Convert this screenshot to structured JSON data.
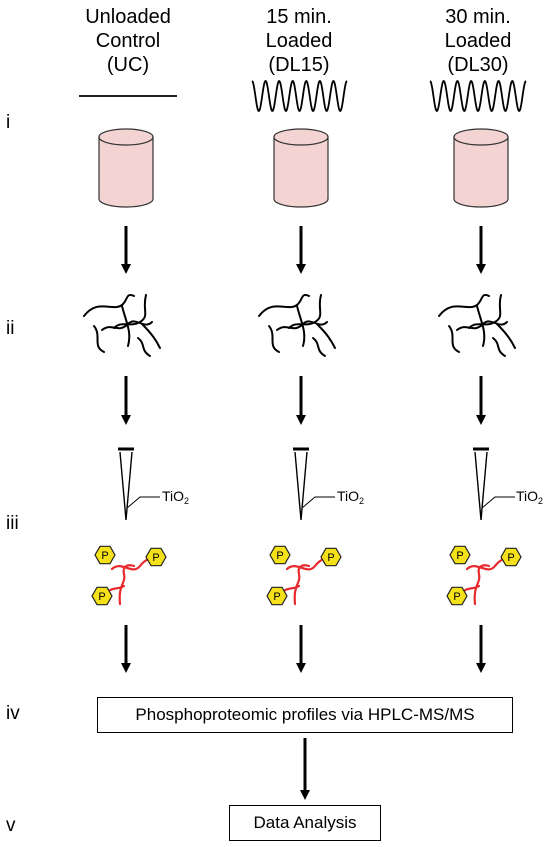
{
  "columns": [
    {
      "title_lines": [
        "Unloaded",
        "Control",
        "(UC)"
      ],
      "reagent": "TiO",
      "reagent_sub": "2"
    },
    {
      "title_lines": [
        "15 min.",
        "Loaded",
        "(DL15)"
      ],
      "reagent": "TiO",
      "reagent_sub": "2"
    },
    {
      "title_lines": [
        "30 min.",
        "Loaded",
        "(DL30)"
      ],
      "reagent": "TiO",
      "reagent_sub": "2"
    }
  ],
  "steps": [
    "i",
    "ii",
    "iii",
    "iv",
    "v"
  ],
  "phospho_label": "P",
  "boxes": {
    "profiles": "Phosphoproteomic profiles via HPLC-MS/MS",
    "analysis": "Data Analysis"
  },
  "colors": {
    "cylinder_fill": "#f4d3d3",
    "peptide": "#e8292e",
    "phospho_fill": "#f5e11a",
    "phospho_stroke": "#222222"
  }
}
